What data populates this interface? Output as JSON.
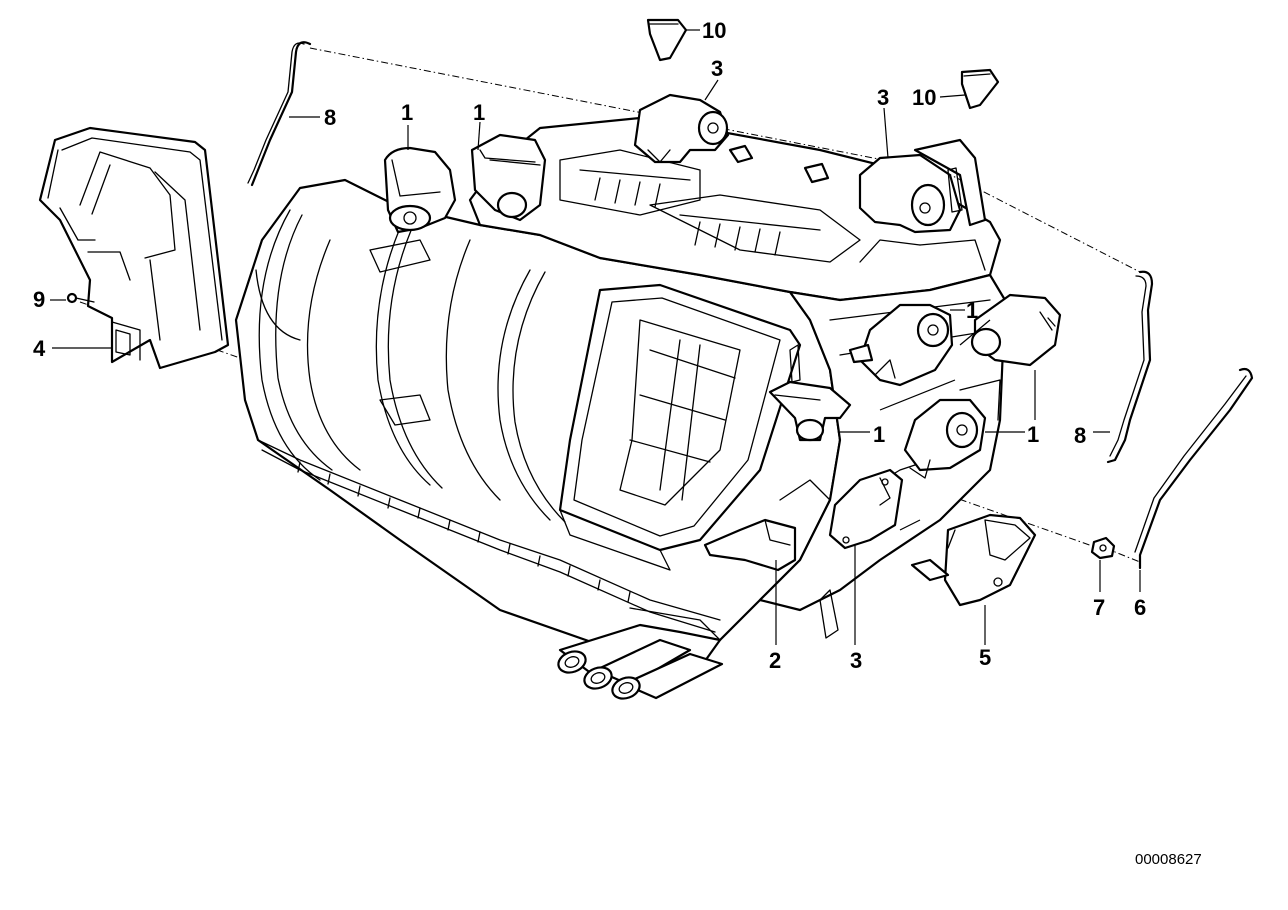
{
  "diagram": {
    "reference_number": "00008627",
    "callouts": {
      "c1a": "1",
      "c1b": "1",
      "c1c": "1",
      "c1d": "1",
      "c1e": "1",
      "c2": "2",
      "c3a": "3",
      "c3b": "3",
      "c3c": "3",
      "c4": "4",
      "c5": "5",
      "c6": "6",
      "c7": "7",
      "c8a": "8",
      "c8b": "8",
      "c9": "9",
      "c10a": "10",
      "c10b": "10"
    }
  }
}
